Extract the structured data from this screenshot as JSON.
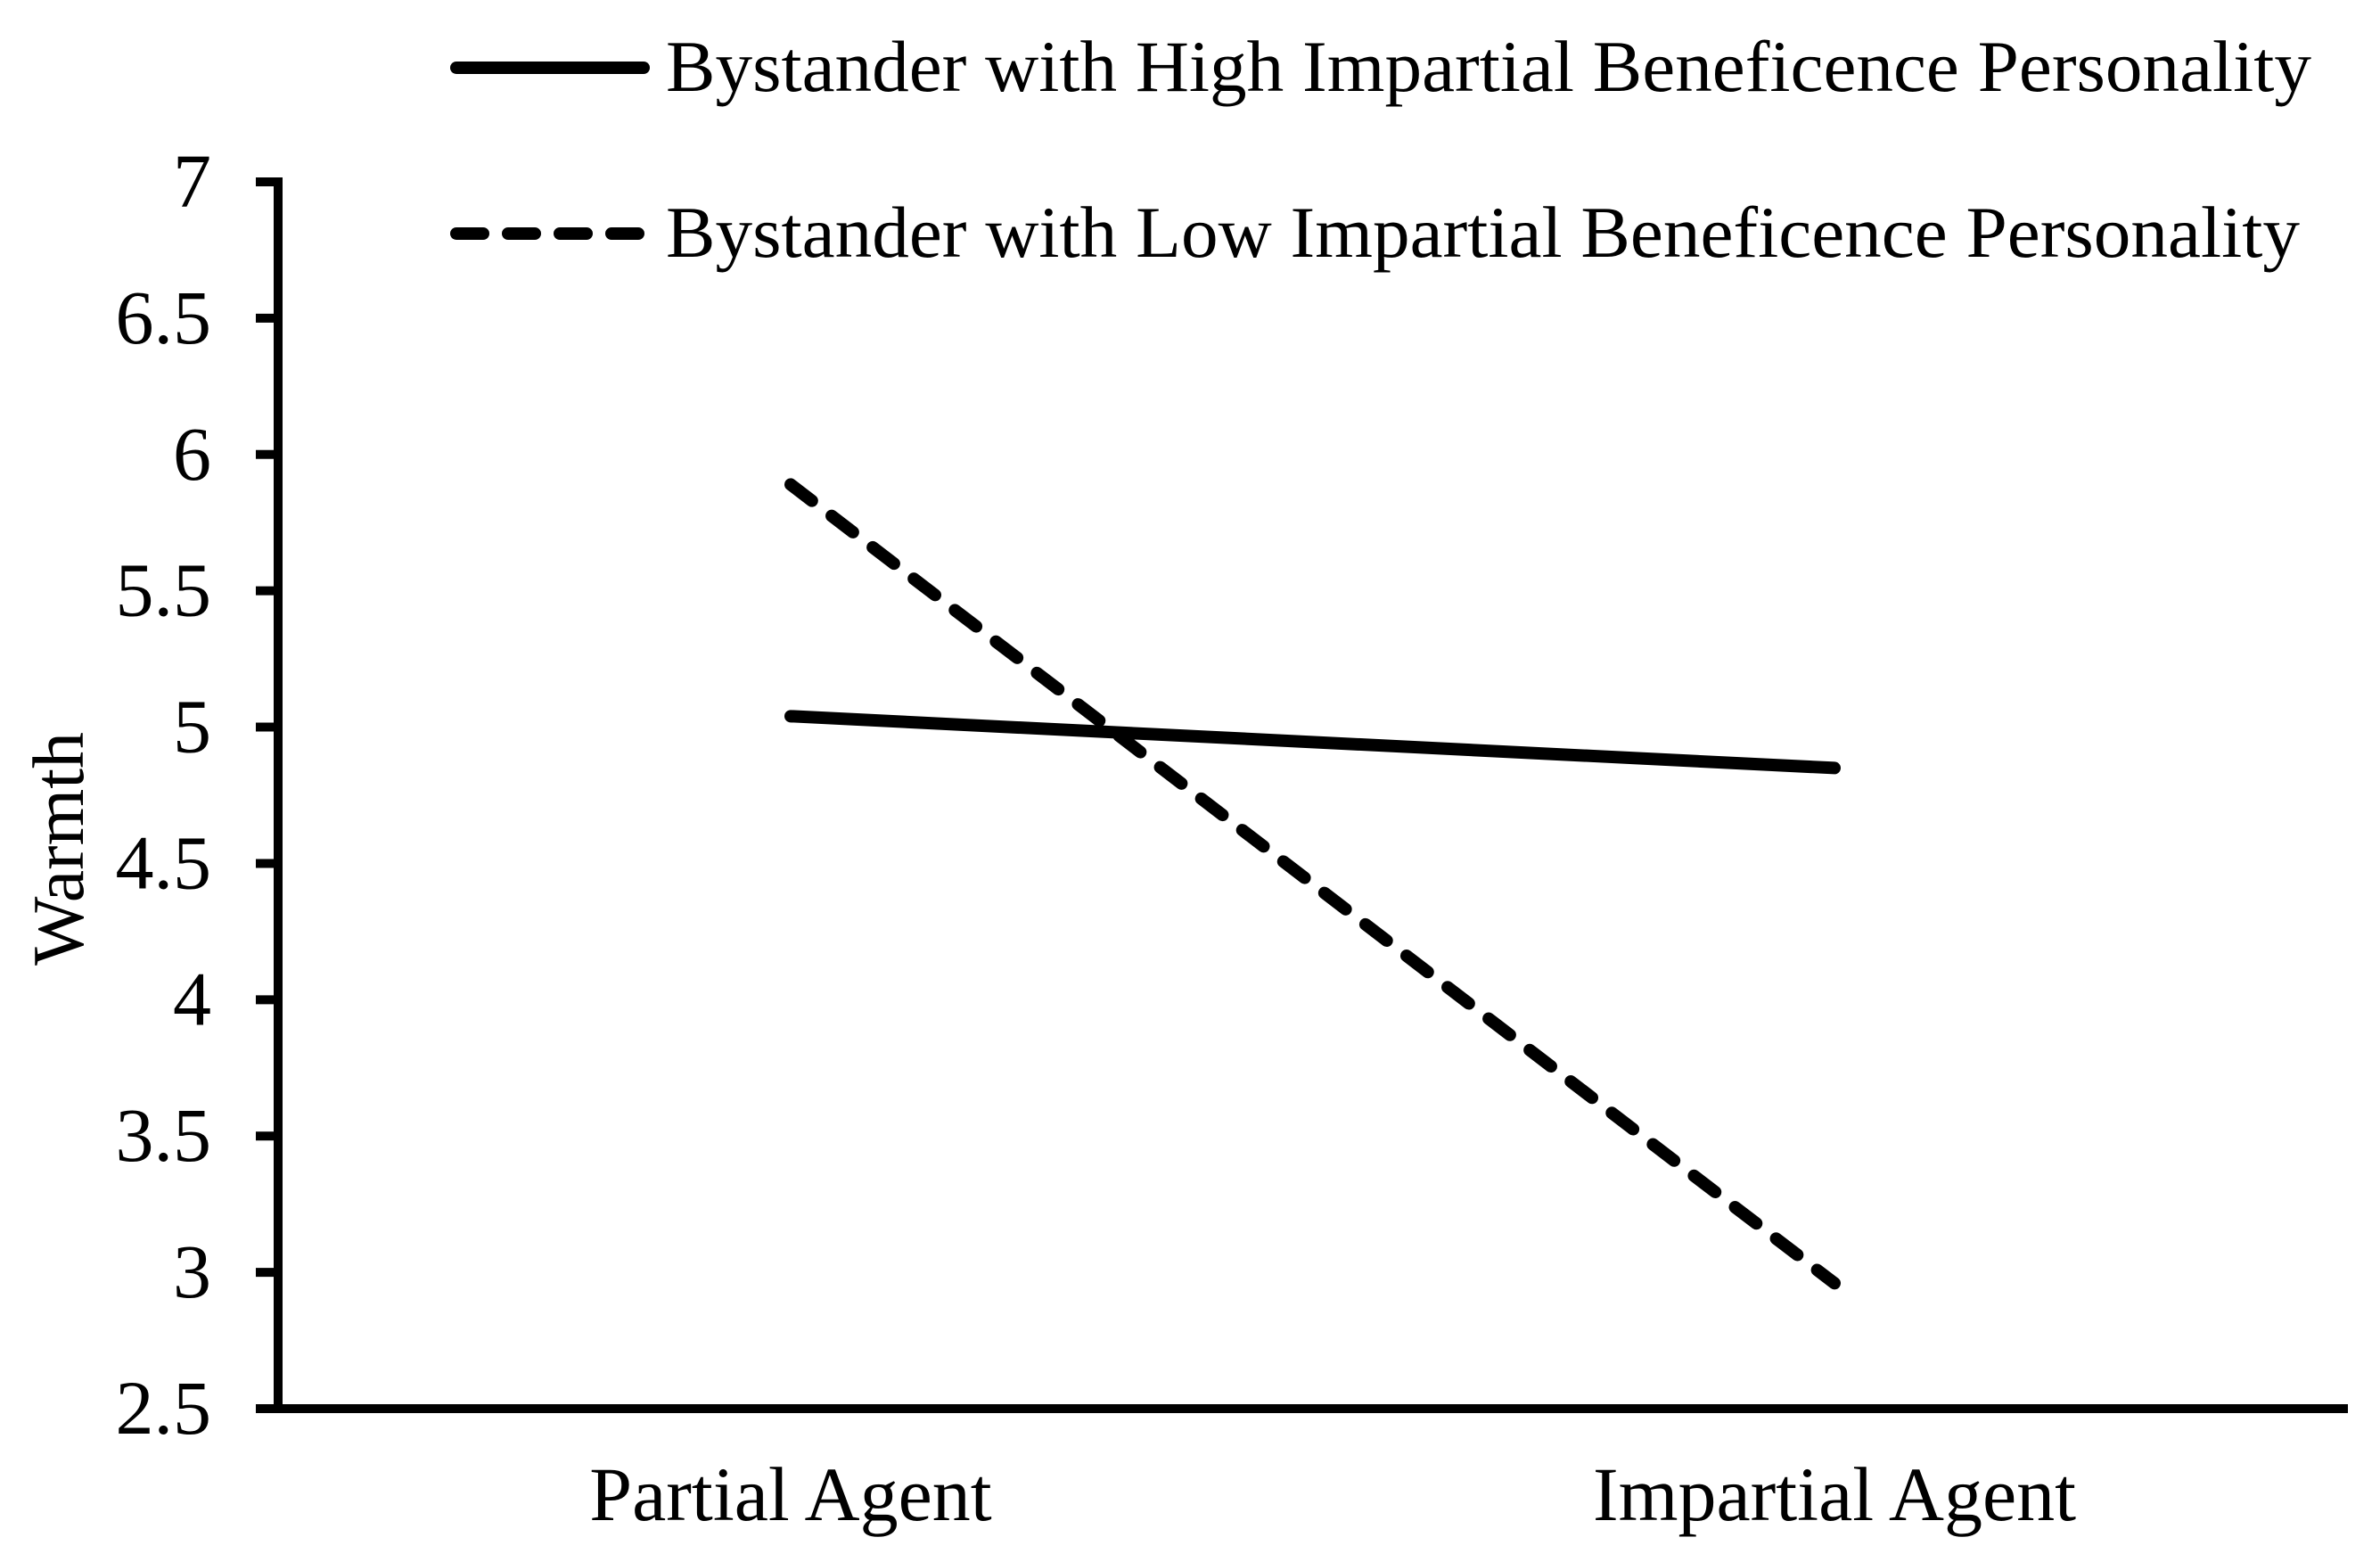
{
  "chart_data": {
    "type": "line",
    "title": "",
    "xlabel": "",
    "ylabel": "Warmth",
    "ylim": [
      2.5,
      7
    ],
    "yticks": [
      2.5,
      3,
      3.5,
      4,
      4.5,
      5,
      5.5,
      6,
      6.5,
      7
    ],
    "ytick_labels": [
      "2.5",
      "3",
      "3.5",
      "4",
      "4.5",
      "5",
      "5.5",
      "6",
      "6.5",
      "7"
    ],
    "categories": [
      "Partial Agent",
      "Impartial Agent"
    ],
    "grid": false,
    "legend_position": "top-right",
    "series": [
      {
        "name": "Bystander with High Impartial Beneficence Personality",
        "style": "solid",
        "color": "#000000",
        "values": [
          5.04,
          4.85
        ]
      },
      {
        "name": "Bystander with Low Impartial Beneficence Personality",
        "style": "dashed",
        "color": "#000000",
        "values": [
          5.89,
          2.96
        ]
      }
    ]
  }
}
